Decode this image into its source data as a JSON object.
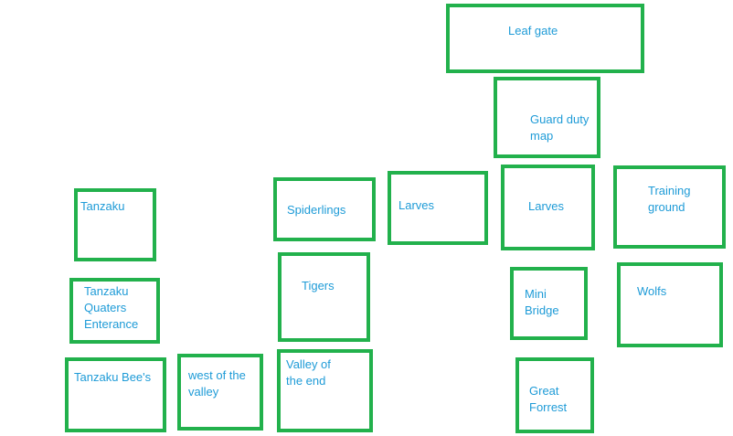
{
  "colors": {
    "box_border": "#22b14c",
    "label_text": "#1e9bd7",
    "background": "#ffffff"
  },
  "boxes": {
    "leaf_gate": "Leaf gate",
    "guard_duty_map": "Guard duty\nmap",
    "spiderlings": "Spiderlings",
    "larves_left": "Larves",
    "larves_right": "Larves",
    "training_ground": "Training\nground",
    "tanzaku": "Tanzaku",
    "tigers": "Tigers",
    "mini_bridge": "Mini\nBridge",
    "wolfs": "Wolfs",
    "tanzaku_quaters_enterance": "Tanzaku\nQuaters\nEnterance",
    "tanzaku_bees": "Tanzaku Bee's",
    "west_of_the_valley": "west of the\nvalley",
    "valley_of_the_end": "Valley of\nthe end",
    "great_forrest": "Great\nForrest"
  }
}
